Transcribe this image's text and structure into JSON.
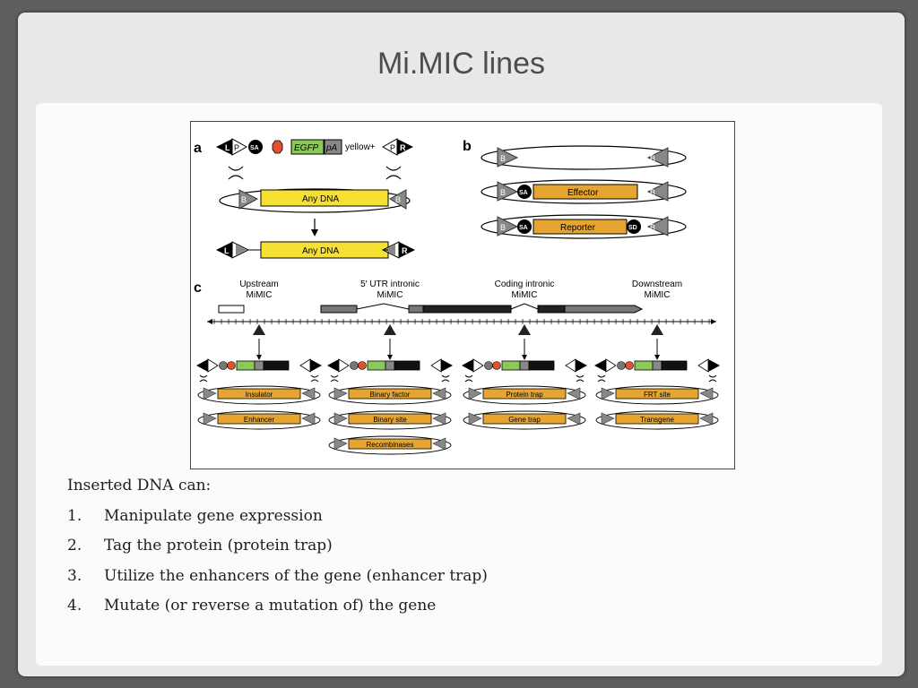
{
  "slide": {
    "title": "Mi.MIC lines",
    "intro": "Inserted DNA can:",
    "items": [
      {
        "num": "1.",
        "text": "Manipulate gene expression"
      },
      {
        "num": "2.",
        "text": "Tag the protein (protein trap)"
      },
      {
        "num": "3.",
        "text": "Utilize the enhancers of the gene (enhancer trap)"
      },
      {
        "num": "4.",
        "text": "Mutate (or reverse a mutation of) the gene"
      }
    ]
  },
  "figure": {
    "panel_a": {
      "letter": "a",
      "left_site_letter": "L",
      "p_label": "P",
      "sa_label": "SA",
      "egfp_label": "EGFP",
      "pa_label": "pA",
      "yellow_label": "yellow+",
      "right_site_letter": "R",
      "b_label": "B",
      "any_dna_label": "Any DNA"
    },
    "panel_b": {
      "letter": "b",
      "b_label": "B",
      "sa_label": "SA",
      "sd_label": "SD",
      "effector_label": "Effector",
      "reporter_label": "Reporter"
    },
    "panel_c": {
      "letter": "c",
      "headers": [
        {
          "line1": "Upstream",
          "line2": "MiMIC"
        },
        {
          "line1": "5′ UTR intronic",
          "line2": "MiMIC"
        },
        {
          "line1": "Coding intronic",
          "line2": "MiMIC"
        },
        {
          "line1": "Downstream",
          "line2": "MiMIC"
        }
      ],
      "groups": [
        [
          "Insulator",
          "Enhancer"
        ],
        [
          "Binary factor",
          "Binary site",
          "Recombinases"
        ],
        [
          "Protein trap",
          "Gene trap"
        ],
        [
          "FRT site",
          "Transgene"
        ]
      ]
    },
    "colors": {
      "yellow": "#f7e034",
      "orange": "#e6a531",
      "green": "#8cc95b",
      "red_octagon": "#e0522e",
      "gray_triangle": "#888888"
    }
  }
}
